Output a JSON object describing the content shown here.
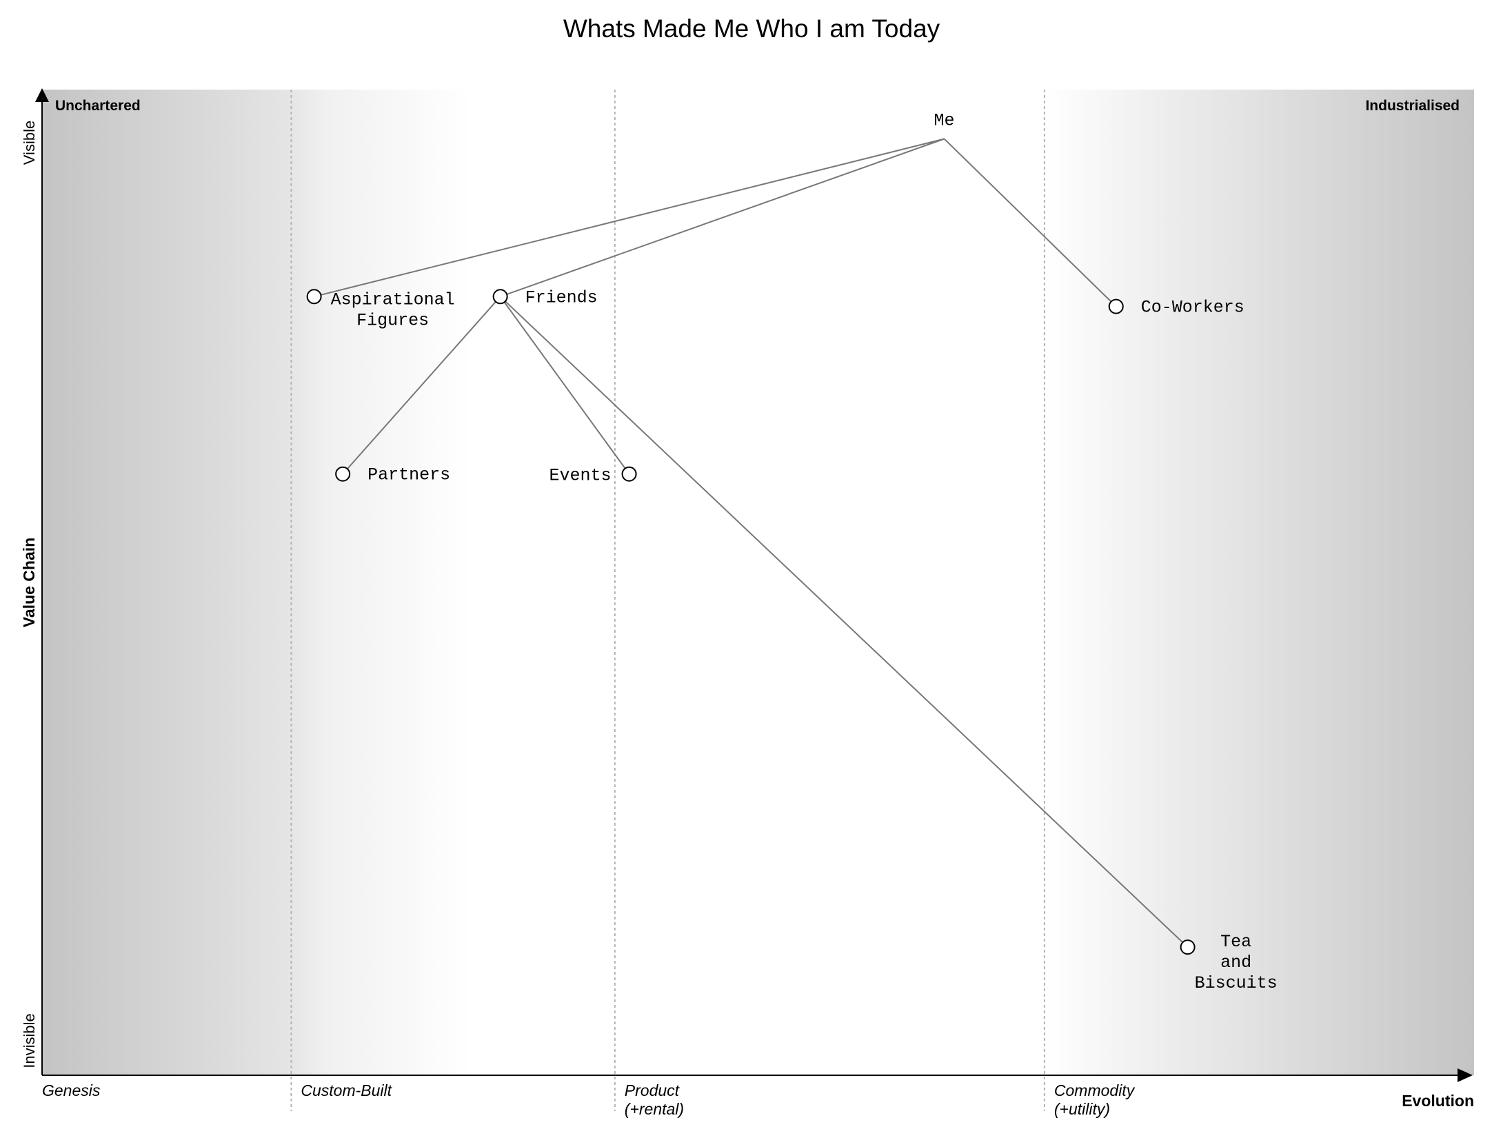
{
  "title": "Whats Made Me Who I am Today",
  "corners": {
    "top_left": "Unchartered",
    "top_right": "Industrialised"
  },
  "axes": {
    "y_label": "Value Chain",
    "y_top": "Visible",
    "y_bottom": "Invisible",
    "x_label": "Evolution"
  },
  "stages": [
    {
      "id": "genesis",
      "lines": [
        "Genesis"
      ],
      "position": 0.0
    },
    {
      "id": "custom-built",
      "lines": [
        "Custom-Built"
      ],
      "position": 0.174
    },
    {
      "id": "product",
      "lines": [
        "Product",
        "(+rental)"
      ],
      "position": 0.4
    },
    {
      "id": "commodity",
      "lines": [
        "Commodity",
        "(+utility)"
      ],
      "position": 0.7
    }
  ],
  "components": [
    {
      "id": "me",
      "lines": [
        "Me"
      ],
      "evolution": 0.63,
      "visibility": 0.95,
      "marker": false,
      "label_align": "center"
    },
    {
      "id": "aspirational-figures",
      "lines": [
        "Aspirational",
        "Figures"
      ],
      "evolution": 0.19,
      "visibility": 0.79,
      "marker": true,
      "label_align": "center"
    },
    {
      "id": "friends",
      "lines": [
        "Friends"
      ],
      "evolution": 0.32,
      "visibility": 0.79,
      "marker": true,
      "label_align": "left"
    },
    {
      "id": "co-workers",
      "lines": [
        "Co-Workers"
      ],
      "evolution": 0.75,
      "visibility": 0.78,
      "marker": true,
      "label_align": "left"
    },
    {
      "id": "partners",
      "lines": [
        "Partners"
      ],
      "evolution": 0.21,
      "visibility": 0.61,
      "marker": true,
      "label_align": "left"
    },
    {
      "id": "events",
      "lines": [
        "Events"
      ],
      "evolution": 0.41,
      "visibility": 0.61,
      "marker": true,
      "label_align": "right"
    },
    {
      "id": "tea-and-biscuits",
      "lines": [
        "Tea",
        "and",
        "Biscuits"
      ],
      "evolution": 0.8,
      "visibility": 0.13,
      "marker": true,
      "label_align": "center"
    }
  ],
  "links": [
    [
      "me",
      "aspirational-figures"
    ],
    [
      "me",
      "friends"
    ],
    [
      "me",
      "co-workers"
    ],
    [
      "friends",
      "partners"
    ],
    [
      "friends",
      "events"
    ],
    [
      "friends",
      "tea-and-biscuits"
    ]
  ]
}
